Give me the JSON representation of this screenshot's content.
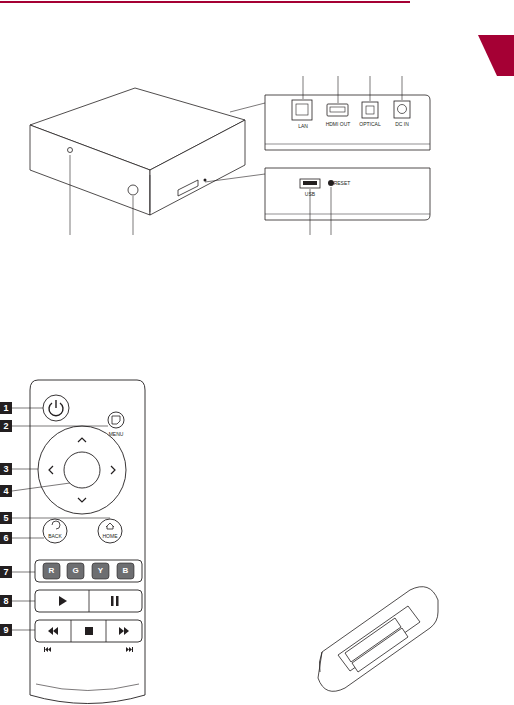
{
  "diagram": {
    "labels": [
      "LAN",
      "HDMI OUT",
      "OPTICAL",
      "DC IN",
      "USB",
      "RESET",
      "1",
      "2",
      "3",
      "4",
      "5",
      "6",
      "7",
      "8",
      "9",
      "MENU",
      "BACK",
      "HOME",
      "R",
      "G",
      "Y",
      "B"
    ]
  }
}
